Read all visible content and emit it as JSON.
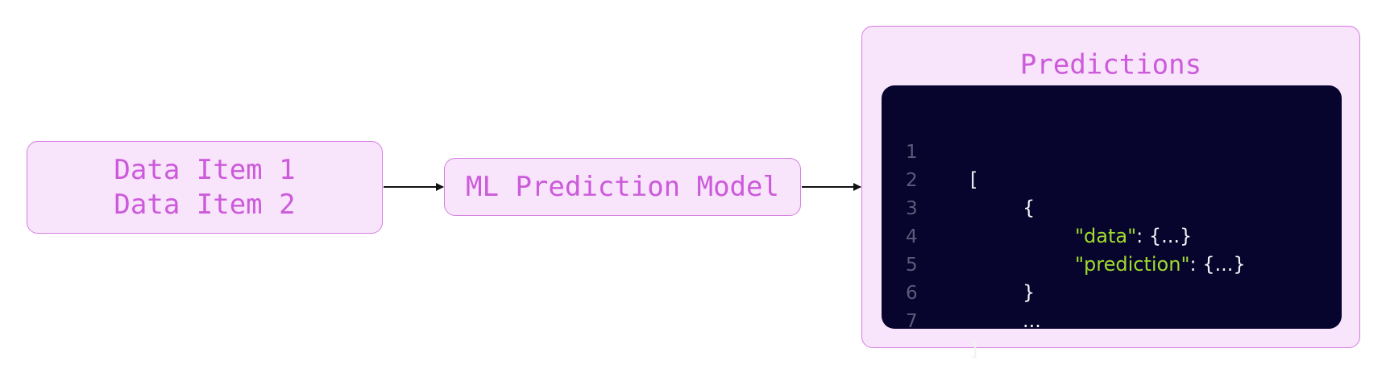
{
  "input_node": {
    "lines": [
      "Data Item 1",
      "Data Item 2"
    ]
  },
  "model_node": {
    "label": "ML Prediction Model"
  },
  "output_node": {
    "title": "Predictions",
    "code_lines": [
      {
        "num": "1",
        "text": "["
      },
      {
        "num": "2",
        "text": "{"
      },
      {
        "num": "3",
        "key": "\"data\"",
        "rest": ": {...}"
      },
      {
        "num": "4",
        "key": "\"prediction\"",
        "rest": ": {...}"
      },
      {
        "num": "5",
        "text": "}"
      },
      {
        "num": "6",
        "text": "..."
      },
      {
        "num": "7",
        "text": "]"
      }
    ]
  },
  "colors": {
    "node_fill": "#f8e4fb",
    "node_border": "#d67ee2",
    "node_text": "#cc5adb",
    "code_background": "#07042e",
    "code_text": "#f2f2f2",
    "code_key": "#9fdb2c",
    "line_number": "#5b5c7a",
    "arrow": "#111111"
  }
}
